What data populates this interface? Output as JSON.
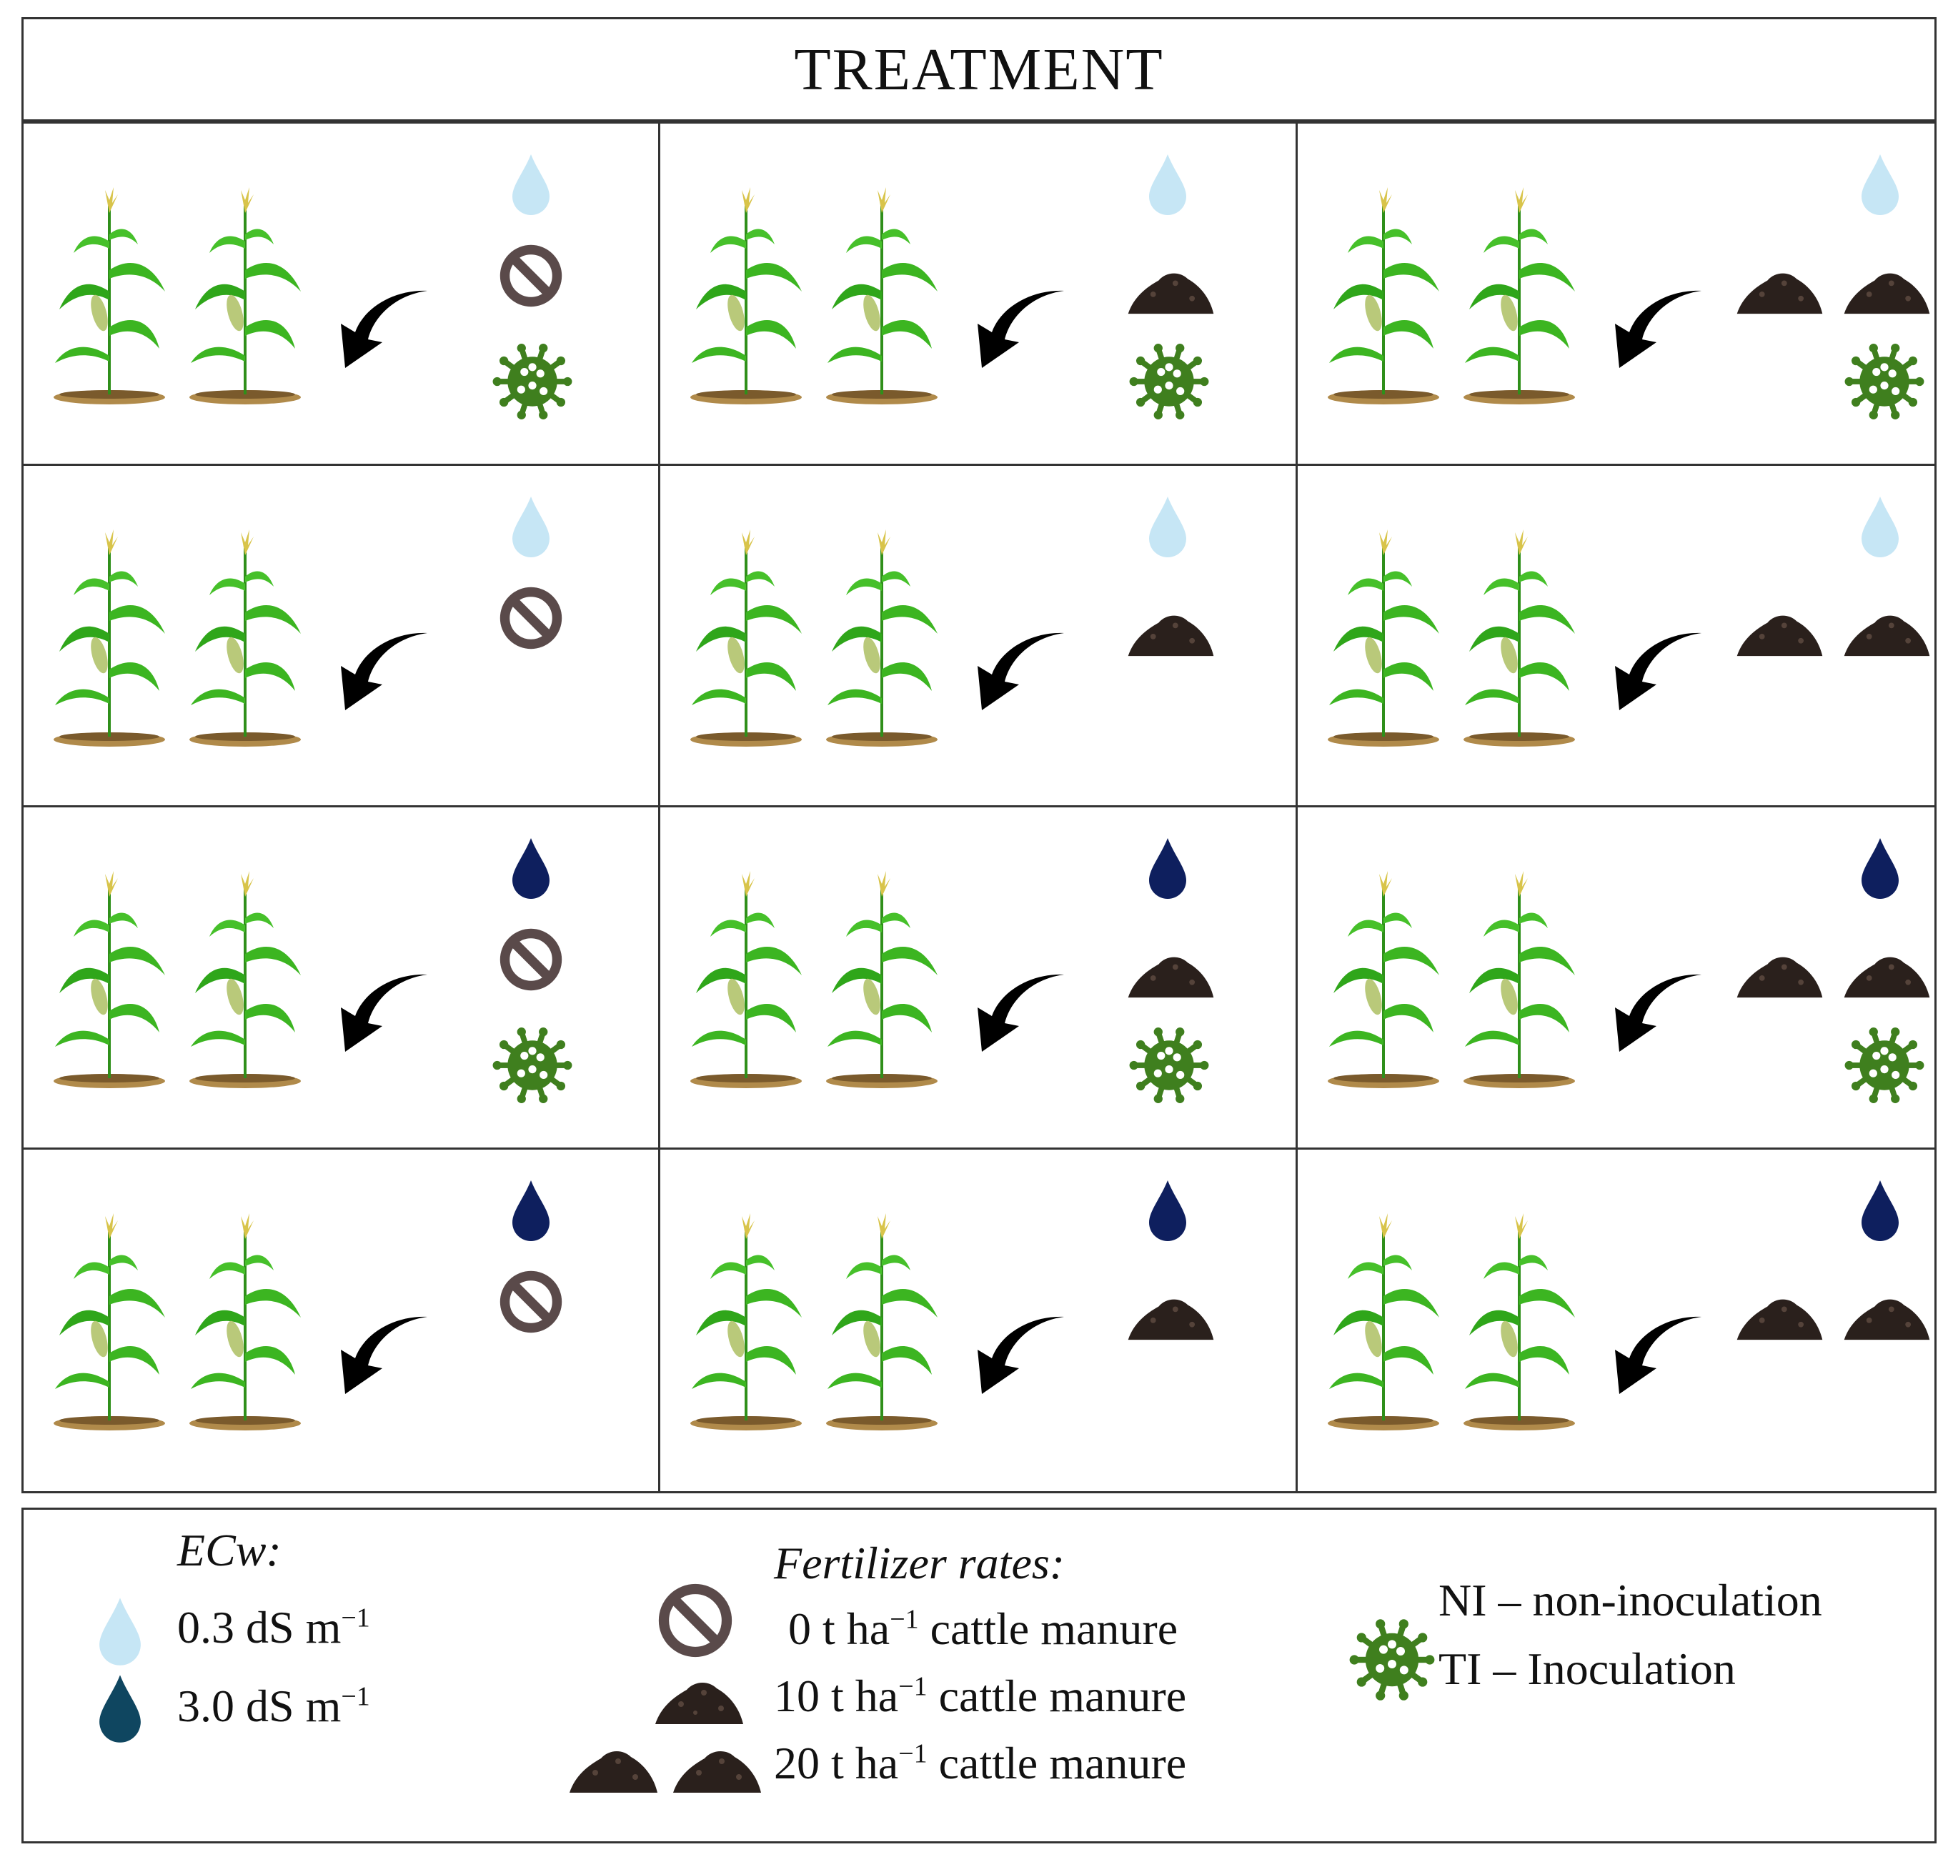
{
  "header": {
    "title": "TREATMENT"
  },
  "grid": [
    {
      "water": "low",
      "manure": 0,
      "inoculation": true
    },
    {
      "water": "low",
      "manure": 10,
      "inoculation": true
    },
    {
      "water": "low",
      "manure": 20,
      "inoculation": true
    },
    {
      "water": "low",
      "manure": 0,
      "inoculation": false
    },
    {
      "water": "low",
      "manure": 10,
      "inoculation": false
    },
    {
      "water": "low",
      "manure": 20,
      "inoculation": false
    },
    {
      "water": "high",
      "manure": 0,
      "inoculation": true
    },
    {
      "water": "high",
      "manure": 10,
      "inoculation": true
    },
    {
      "water": "high",
      "manure": 20,
      "inoculation": true
    },
    {
      "water": "high",
      "manure": 0,
      "inoculation": false
    },
    {
      "water": "high",
      "manure": 10,
      "inoculation": false
    },
    {
      "water": "high",
      "manure": 20,
      "inoculation": false
    }
  ],
  "legend": {
    "ecw_title": "ECw:",
    "ecw_low_value": "0.3 dS m",
    "ecw_high_value": "3.0 dS m",
    "ecw_unit_exp": "−1",
    "fert_title": "Fertilizer rates:",
    "fert_0_prefix": "0 t ha",
    "fert_10_prefix": "10 t ha",
    "fert_20_prefix": "20 t ha",
    "fert_exp": "−1",
    "fert_suffix": " cattle manure",
    "ni_label": "NI – non-inoculation",
    "ti_label": "TI – Inoculation"
  },
  "colors": {
    "water_low": "#c6e6f5",
    "water_high": "#0e1f5e",
    "water_high_legend": "#0f4660",
    "prohibit": "#5a4a4a",
    "manure": "#2a201c",
    "inoculant": "#3f7f1e",
    "plant_leaf": "#3cb521",
    "soil": "#b08a4a"
  },
  "icons": {
    "water": "water-drop-icon",
    "no_manure": "prohibition-icon",
    "manure": "manure-pile-icon",
    "inoculant": "inoculant-microbe-icon",
    "arrow": "curved-arrow-icon",
    "plant": "corn-plant-icon"
  }
}
